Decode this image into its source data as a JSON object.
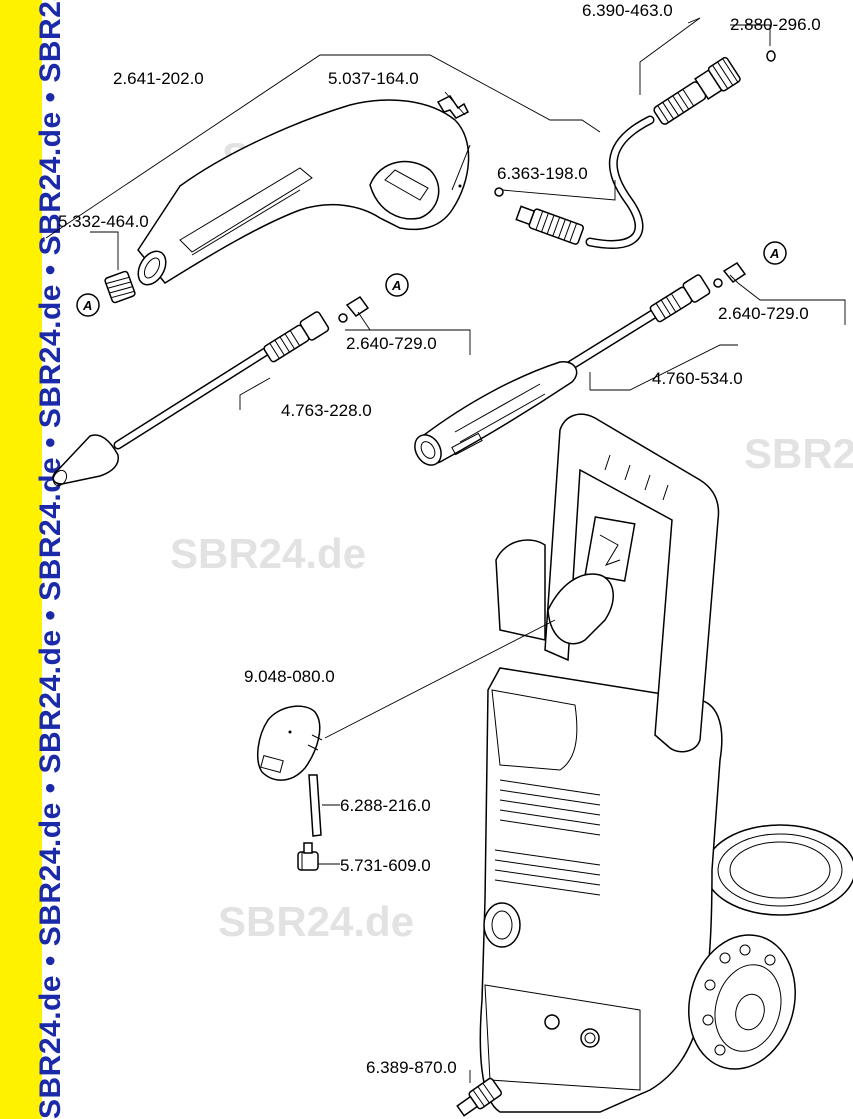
{
  "sidebar": {
    "text": "SBR24.de • SBR24.de • SBR24.de • SBR24.de • SBR24.de • SBR24.de • SBR24.de"
  },
  "watermarks": [
    "SBR24.de",
    "SBR24.de",
    "SBR2",
    "SBR24.de",
    "SBR24.de"
  ],
  "badges": {
    "a_symbol": "A"
  },
  "colors": {
    "sidebar_bg": "#fff200",
    "sidebar_text": "#1a2aa8",
    "watermark": "#e2e2e2"
  },
  "parts": [
    {
      "number": "6.390-463.0"
    },
    {
      "number": "2.880-296.0"
    },
    {
      "number": "2.641-202.0"
    },
    {
      "number": "5.037-164.0"
    },
    {
      "number": "6.363-198.0"
    },
    {
      "number": "5.332-464.0"
    },
    {
      "number": "2.640-729.0"
    },
    {
      "number": "2.640-729.0"
    },
    {
      "number": "4.760-534.0"
    },
    {
      "number": "4.763-228.0"
    },
    {
      "number": "9.048-080.0"
    },
    {
      "number": "6.288-216.0"
    },
    {
      "number": "5.731-609.0"
    },
    {
      "number": "6.389-870.0"
    }
  ]
}
